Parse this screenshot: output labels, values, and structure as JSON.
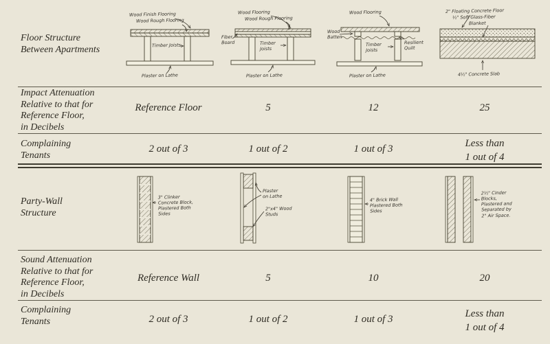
{
  "colors": {
    "background": "#eae6d8",
    "ink": "#2e2b23",
    "rule": "#5d594b"
  },
  "left_labels": {
    "floor_structure": "Floor Structure\nBetween Apartments",
    "impact": "Impact Attenuation\nRelative to that for\nReference Floor,\nin Decibels",
    "tenants1": "Complaining\nTenants",
    "party_wall": "Party-Wall\nStructure",
    "sound": "Sound Attenuation\nRelative to that for\nReference Floor,\nin Decibels",
    "tenants2": "Complaining\nTenants"
  },
  "impact_values": [
    "Reference Floor",
    "5",
    "12",
    "25"
  ],
  "tenants1_values": [
    "2 out of 3",
    "1 out of 2",
    "1 out of 3",
    "Less than\n1 out of 4"
  ],
  "sound_values": [
    "Reference Wall",
    "5",
    "10",
    "20"
  ],
  "tenants2_values": [
    "2 out of 3",
    "1 out of 2",
    "1 out of 3",
    "Less than\n1 out of 4"
  ],
  "floor_diagrams": {
    "d1": {
      "labels": {
        "top1": "Wood Finish Flooring",
        "top2": "Wood Rough Flooring",
        "joists": "Timber Joists",
        "bottom": "Plaster on Lathe"
      }
    },
    "d2": {
      "labels": {
        "top1": "Wood Flooring",
        "top2": "Wood Rough Flooring",
        "fiber": "Fiber\nBoard",
        "joists": "Timber\nJoists",
        "bottom": "Plaster on Lathe"
      }
    },
    "d3": {
      "labels": {
        "top1": "Wood Flooring",
        "batten": "Wood\nBatten",
        "joists": "Timber\nJoists",
        "quilt": "Resilient\nQuilt",
        "bottom": "Plaster on Lathe"
      }
    },
    "d4": {
      "labels": {
        "top1": "2\" Floating Concrete Floor",
        "top2": "½\" Soft Glass-Fiber",
        "top3": "Blanket",
        "bottom": "4½\" Concrete Slab"
      }
    }
  },
  "wall_diagrams": {
    "w1": {
      "label": "3\" Clinker\nConcrete Block,\nPlastered Both\nSides"
    },
    "w2": {
      "plaster": "Plaster\non Lathe",
      "studs": "2\"x4\" Wood\nStuds"
    },
    "w3": {
      "label": "4\" Brick Wall\nPlastered Both\nSides"
    },
    "w4": {
      "label": "2½\" Cinder\nBlocks,\nPlastered and\nSeparated by\n2\" Air Space."
    }
  }
}
